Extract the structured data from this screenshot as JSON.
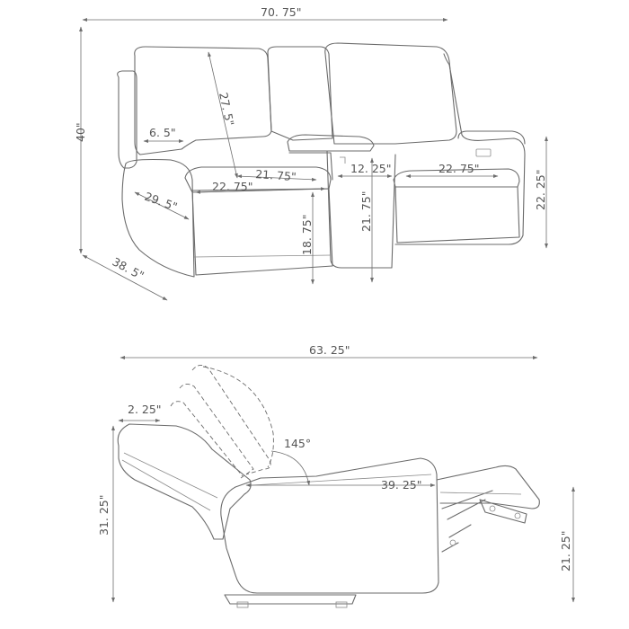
{
  "front_view": {
    "overall_width": "70. 75\"",
    "overall_height": "40\"",
    "overall_depth": "38. 5\"",
    "back_height": "27. 5\"",
    "arm_width": "6. 5\"",
    "seat_depth_left": "22. 75\"",
    "seat_width_left": "21. 75\"",
    "arm_depth": "29. 5\"",
    "seat_height": "18. 75\"",
    "console_width": "12. 25\"",
    "console_height": "21. 75\"",
    "seat_width_right": "22. 75\"",
    "arm_height": "22. 25\""
  },
  "side_view": {
    "reclined_length": "63. 25\"",
    "headrest_gap": "2. 25\"",
    "recline_angle": "145°",
    "seat_to_front": "39. 25\"",
    "back_height": "31. 25\"",
    "footrest_height": "21. 25\""
  },
  "colors": {
    "line": "#6b6b6b",
    "text": "#555555"
  }
}
